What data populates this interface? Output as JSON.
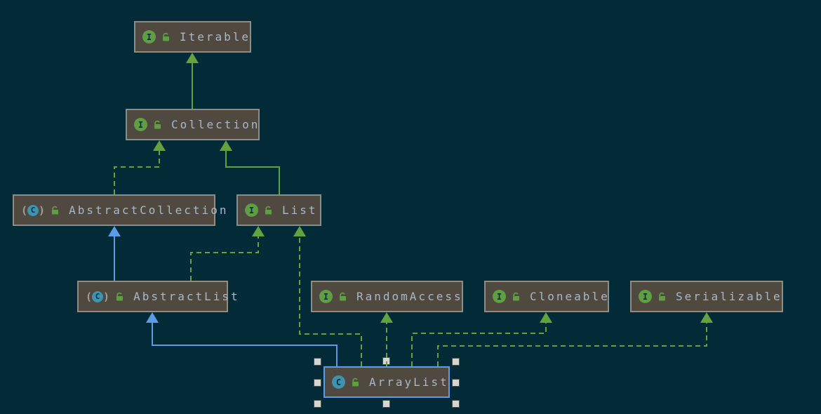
{
  "nodes": {
    "iterable": {
      "label": "Iterable",
      "kind": "interface",
      "visibility": "public"
    },
    "collection": {
      "label": "Collection",
      "kind": "interface",
      "visibility": "public"
    },
    "abstractcollection": {
      "label": "AbstractCollection",
      "kind": "abstract-class",
      "visibility": "public"
    },
    "list": {
      "label": "List",
      "kind": "interface",
      "visibility": "public"
    },
    "abstractlist": {
      "label": "AbstractList",
      "kind": "abstract-class",
      "visibility": "public"
    },
    "randomaccess": {
      "label": "RandomAccess",
      "kind": "interface",
      "visibility": "public"
    },
    "cloneable": {
      "label": "Cloneable",
      "kind": "interface",
      "visibility": "public"
    },
    "serializable": {
      "label": "Serializable",
      "kind": "interface",
      "visibility": "public"
    },
    "arraylist": {
      "label": "ArrayList",
      "kind": "class",
      "visibility": "public",
      "selected": true
    }
  },
  "icons": {
    "interface_badge": "I",
    "class_badge": "C",
    "abstract_paren_open": "(",
    "abstract_paren_close": ")",
    "lock_icon": "open-padlock"
  },
  "colors": {
    "background": "#032b37",
    "node_fill": "#4f4940",
    "node_border": "#8e8d85",
    "node_text": "#a9b7c6",
    "edge_green": "#63a33f",
    "edge_blue": "#5c9ce6",
    "interface_badge_bg": "#609e44",
    "class_badge_bg": "#3e93b0",
    "selection_border": "#5c9ce6",
    "handle_fill": "#d6d6d1"
  },
  "edges": [
    {
      "from": "Collection",
      "to": "Iterable",
      "relation": "extends",
      "line": "solid",
      "color": "green"
    },
    {
      "from": "AbstractCollection",
      "to": "Collection",
      "relation": "implements",
      "line": "dashed",
      "color": "green"
    },
    {
      "from": "List",
      "to": "Collection",
      "relation": "extends",
      "line": "solid",
      "color": "green"
    },
    {
      "from": "AbstractList",
      "to": "AbstractCollection",
      "relation": "extends",
      "line": "solid",
      "color": "blue"
    },
    {
      "from": "AbstractList",
      "to": "List",
      "relation": "implements",
      "line": "dashed",
      "color": "green"
    },
    {
      "from": "ArrayList",
      "to": "AbstractList",
      "relation": "extends",
      "line": "solid",
      "color": "blue"
    },
    {
      "from": "ArrayList",
      "to": "List",
      "relation": "implements",
      "line": "dashed",
      "color": "green"
    },
    {
      "from": "ArrayList",
      "to": "RandomAccess",
      "relation": "implements",
      "line": "dashed",
      "color": "green"
    },
    {
      "from": "ArrayList",
      "to": "Cloneable",
      "relation": "implements",
      "line": "dashed",
      "color": "green"
    },
    {
      "from": "ArrayList",
      "to": "Serializable",
      "relation": "implements",
      "line": "dashed",
      "color": "green"
    }
  ]
}
